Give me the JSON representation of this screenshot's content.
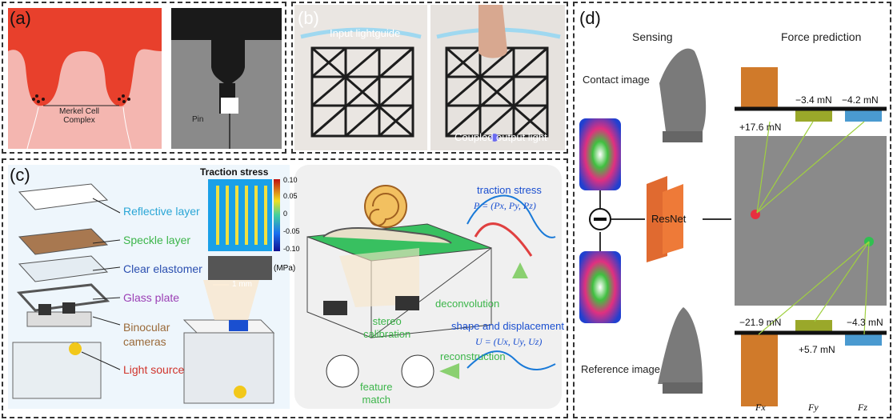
{
  "panel_a": {
    "label": "(a)",
    "merkel_label": "Merkel Cell\nComplex",
    "pin_label": "Pin"
  },
  "panel_b": {
    "label": "(b)",
    "input_label": "Input lightguide",
    "output_label": "Coupled output light"
  },
  "panel_c": {
    "label": "(c)",
    "layers": [
      {
        "text": "Reflective layer",
        "color": "#2aa6d6"
      },
      {
        "text": "Speckle layer",
        "color": "#3cb54a"
      },
      {
        "text": "Clear elastomer",
        "color": "#2b4fb0"
      },
      {
        "text": "Glass plate",
        "color": "#9b3fb5"
      },
      {
        "text": "Binocular\ncameras",
        "color": "#9a6a3a"
      },
      {
        "text": "Light source",
        "color": "#d0342c"
      }
    ],
    "traction_title": "Traction stress",
    "colorbar_ticks": [
      "0.10",
      "0.05",
      "0",
      "-0.05",
      "-0.10"
    ],
    "unit": "(MPa)",
    "scale_bar": "1 mm",
    "traction_label": "traction stress",
    "traction_eq": "P = (Px, Py, Pz)",
    "deconvolution": "deconvolution",
    "stereo": "stereo\ncalibration",
    "shape_label": "shape and displacement",
    "shape_eq": "U = (Ux, Uy, Uz)",
    "reconstruction": "reconstruction",
    "feature": "feature\nmatch"
  },
  "panel_d": {
    "label": "(d)",
    "sensing": "Sensing",
    "force_prediction": "Force prediction",
    "contact_image": "Contact image",
    "reference_image": "Reference image",
    "resnet": "ResNet",
    "top_values": [
      "+17.6 mN",
      "−3.4 mN",
      "−4.2 mN"
    ],
    "bottom_values": [
      "−21.9 mN",
      "+5.7 mN",
      "−4.3 mN"
    ],
    "axes": [
      "Fx",
      "Fy",
      "Fz"
    ],
    "colors": {
      "fx": "#d07a2a",
      "fy": "#9aa82a",
      "fz": "#4a9ad0"
    }
  }
}
